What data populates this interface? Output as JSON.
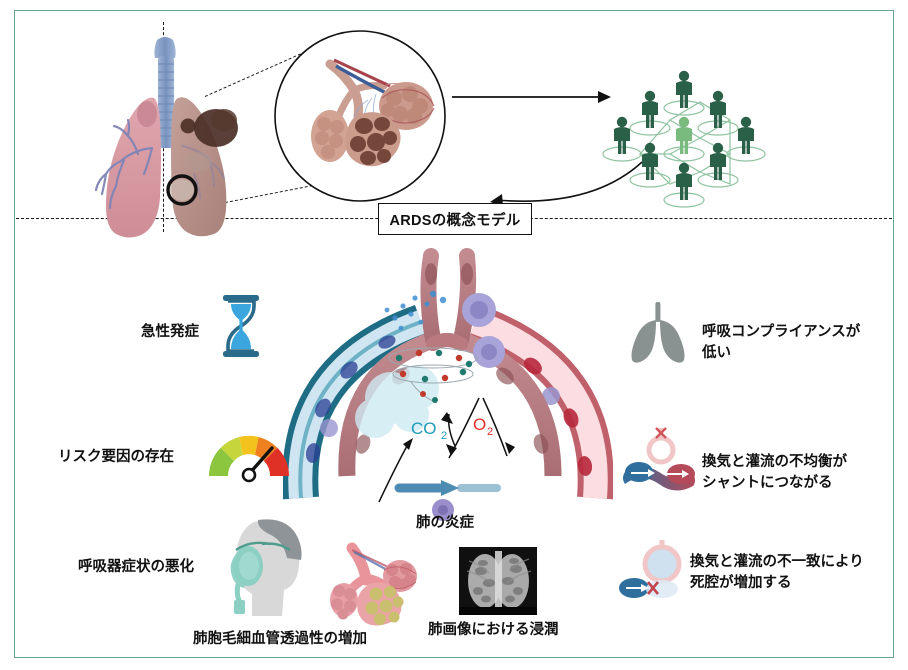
{
  "figure": {
    "title": "ARDSの概念モデル",
    "border_color": "#6aa68f",
    "background": "#ffffff"
  },
  "center_title": {
    "label": "ARDSの概念モデル"
  },
  "top_panel": {
    "lungs_illustration": {
      "name": "lungs-anatomy",
      "healthy_lung_color": "#d99aa3",
      "damaged_lung_color": "#b79089",
      "trachea_color": "#7f9bc4",
      "lesion_color": "#4a2e26"
    },
    "magnifier_circle": {
      "name": "alveoli-magnified",
      "outline_color": "#111111"
    },
    "population_group": {
      "name": "population-network",
      "person_color": "#2b6048",
      "highlight_color": "#79bb7e",
      "link_color": "#8fc3a1",
      "count": 9,
      "highlighted_index": 4
    },
    "arrows": [
      {
        "name": "arrow-alveoli-to-population",
        "style": "straight"
      },
      {
        "name": "arrow-population-to-title",
        "style": "curved"
      }
    ]
  },
  "left_labels": [
    {
      "id": "acute-onset",
      "text": "急性発症",
      "icon": "hourglass-icon"
    },
    {
      "id": "risk-factors",
      "text": "リスク要因の存在",
      "icon": "gauge-icon"
    },
    {
      "id": "respiratory-worsening",
      "text": "呼吸器症状の悪化",
      "icon": "oxygen-mask-icon"
    },
    {
      "id": "capillary-permeability",
      "text": "肺胞毛細血管透過性の増加",
      "icon": "alveoli-icon"
    }
  ],
  "right_labels": [
    {
      "id": "low-compliance",
      "text": "呼吸コンプライアンスが\n低い",
      "icon": "gray-lungs-icon"
    },
    {
      "id": "shunt",
      "text": "換気と灌流の不均衡が\nシャントにつながる",
      "icon": "shunt-icon"
    },
    {
      "id": "dead-space",
      "text": "換気と灌流の不一致により\n死腔が増加する",
      "icon": "dead-space-icon"
    }
  ],
  "center_labels": [
    {
      "id": "lung-inflammation",
      "text": "肺の炎症"
    },
    {
      "id": "lung-infiltration",
      "text": "肺画像における浸潤",
      "icon": "chest-xray-image"
    }
  ],
  "gas_exchange": {
    "co2": {
      "label": "CO₂",
      "color": "#1d9bb5"
    },
    "o2": {
      "label": "O₂",
      "color": "#e03127"
    },
    "venous_vessel_color": "#2e7f94",
    "arterial_vessel_color": "#c0606a",
    "capillary_color": "#b87a7f",
    "immune_cell_color": "#9a95cf",
    "rbc_color": "#b8283c"
  },
  "icon_colors": {
    "hourglass": "#3aa6dd",
    "hourglass_dark": "#2a6a8a",
    "gauge_green": "#8cc63f",
    "gauge_yellow": "#f4a71d",
    "gauge_orange": "#ef8020",
    "gauge_red": "#e03127",
    "gray_lungs": "#8a9191",
    "mask": "#8ccfc3",
    "alveoli_pink": "#e8949a",
    "alveoli_exudate": "#ccc06a",
    "shunt_blue": "#2e6f9e",
    "shunt_red": "#b54a5a",
    "shunt_ring": "#f0c6c6",
    "deadspace_fill": "#cfe0ef"
  }
}
